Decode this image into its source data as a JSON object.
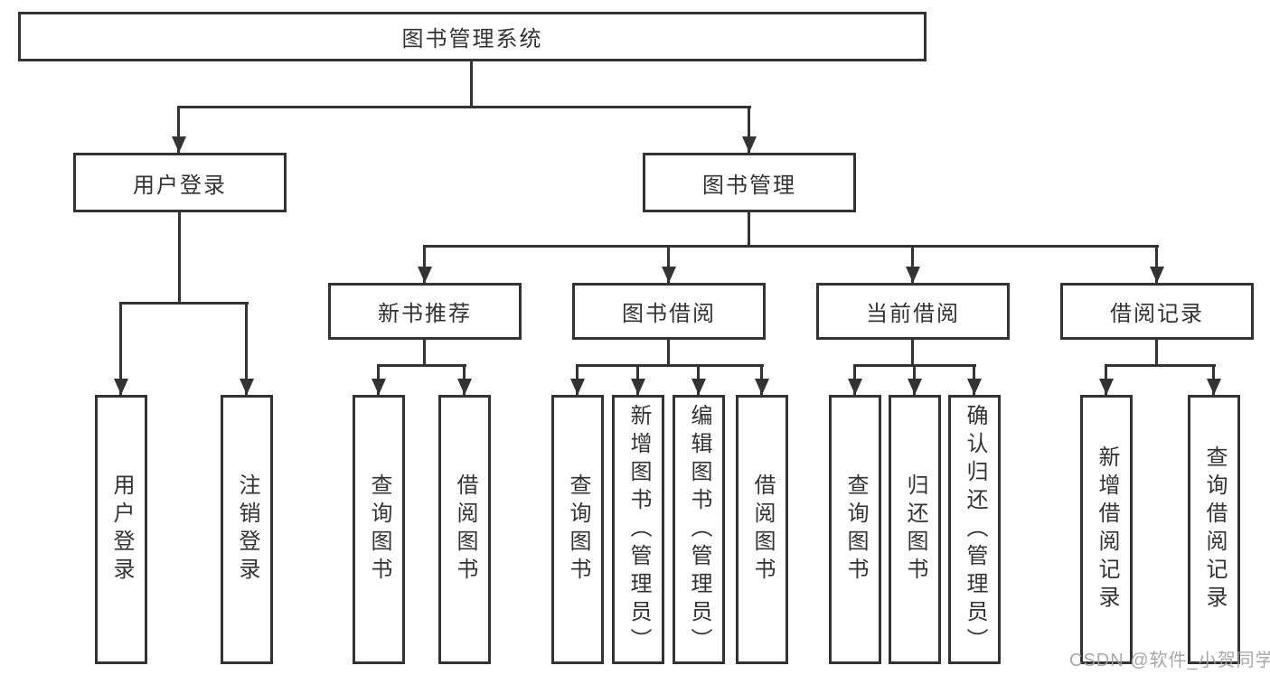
{
  "diagram": {
    "title": "图书管理系统",
    "level2": [
      "用户登录",
      "图书管理"
    ],
    "level3": [
      "新书推荐",
      "图书借阅",
      "当前借阅",
      "借阅记录"
    ],
    "leaves": [
      "用户登录",
      "注销登录",
      "查询图书",
      "借阅图书",
      "查询图书",
      "新增图书（管理员）",
      "编辑图书（管理员）",
      "借阅图书",
      "查询图书",
      "归还图书",
      "确认归还（管理员）",
      "新增借阅记录",
      "查询借阅记录"
    ]
  },
  "watermark": "CSDN @软件_小贺同学",
  "colors": {
    "line": "#333333",
    "text": "#333333",
    "watermark": "#9e9e9e",
    "background": "#ffffff"
  }
}
